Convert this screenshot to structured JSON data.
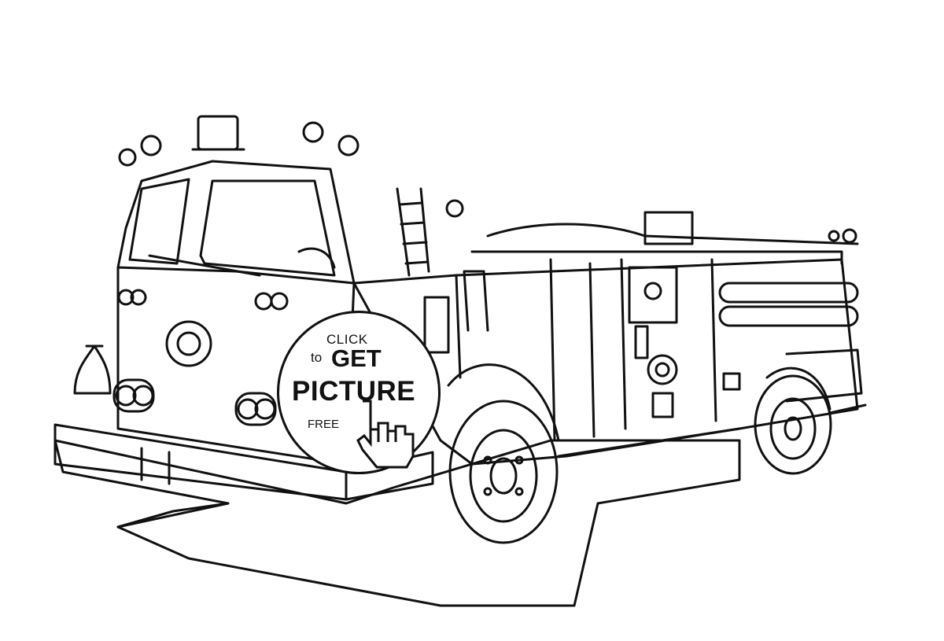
{
  "image": {
    "subject": "fire truck coloring page",
    "icons": [
      "fire-truck-illustration",
      "pointing-hand-cursor-icon"
    ]
  },
  "badge": {
    "line1": "CLICK",
    "line2_small": "to",
    "line2_big": "GET",
    "line3": "PICTURE",
    "line4": "FREE"
  }
}
